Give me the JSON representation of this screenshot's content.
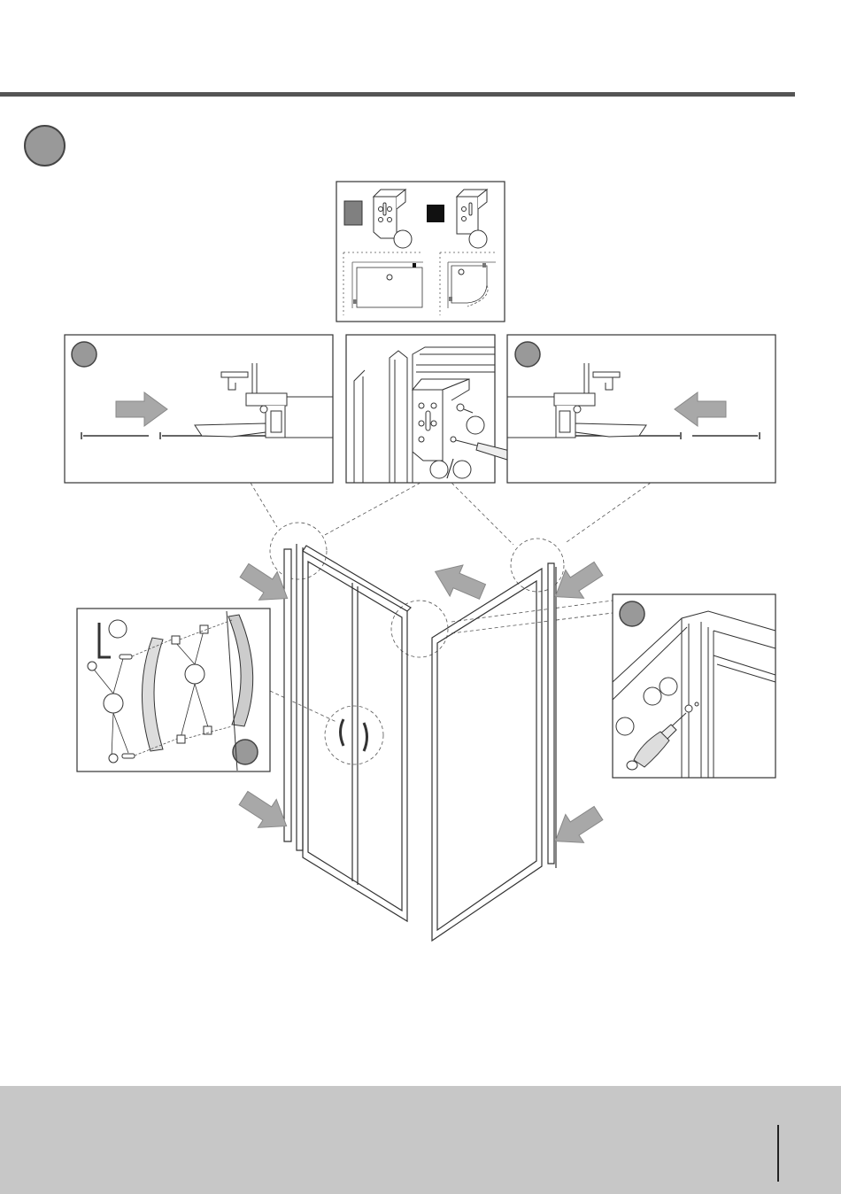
{
  "footer": {
    "page_number": ""
  },
  "colors": {
    "rule": "#555555",
    "step_badge": "#999999",
    "arrow_fill": "#a8a8a8",
    "footer": "#c7c7c7",
    "grey_swatch": "#808080",
    "black_swatch": "#111111"
  },
  "icons": [
    "step-badge",
    "direction-arrow",
    "callout-circle",
    "screwdriver-icon",
    "allen-key-icon",
    "handle-icon",
    "bracket-icon",
    "screw-icon"
  ],
  "panels": [
    "profile-variant-legend",
    "left-profile-insert-detail",
    "bracket-screw-detail",
    "right-profile-insert-detail",
    "handle-assembly-detail",
    "corner-screw-detail"
  ]
}
